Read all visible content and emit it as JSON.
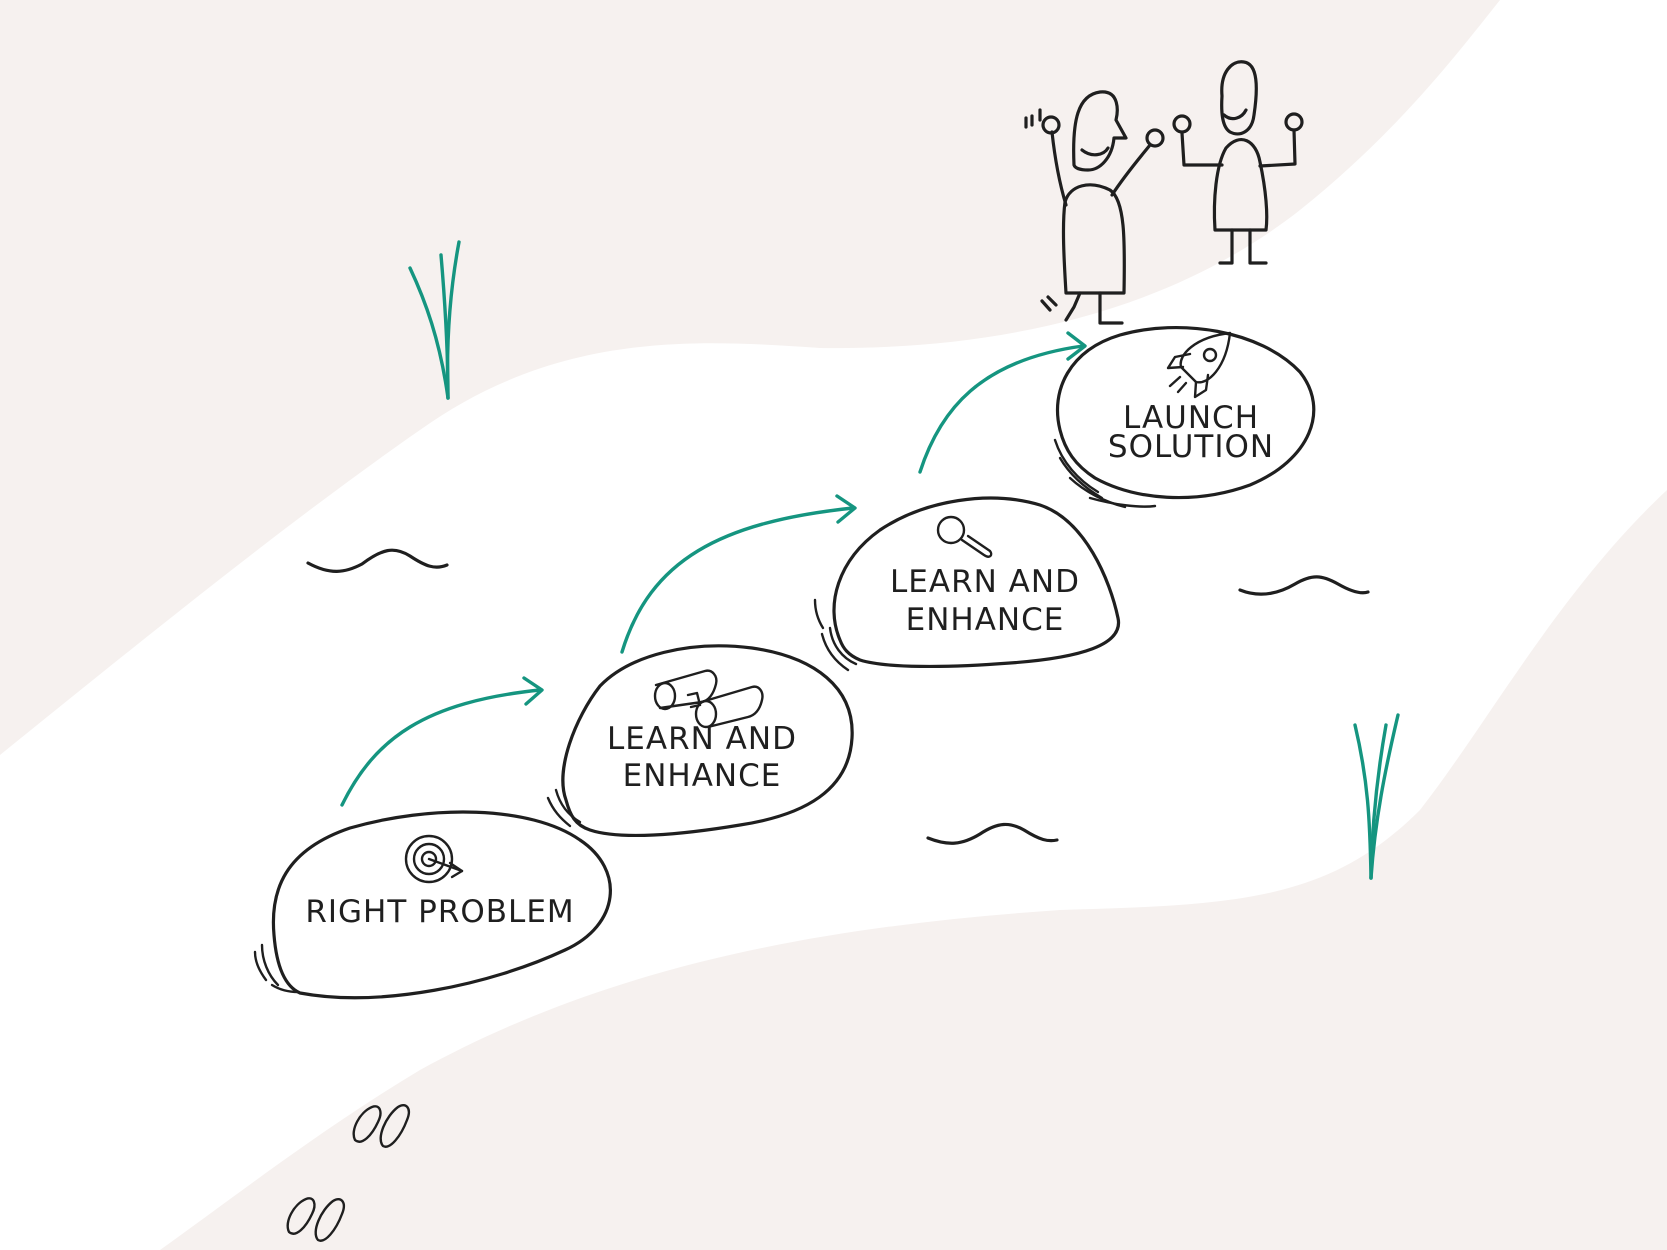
{
  "colors": {
    "background": "#f6f1ef",
    "path": "#ffffff",
    "ink": "#1f1f1f",
    "accent": "#159580"
  },
  "steps": [
    {
      "label_line1": "RIGHT PROBLEM",
      "label_line2": "",
      "icon": "target-icon"
    },
    {
      "label_line1": "LEARN AND",
      "label_line2": "ENHANCE",
      "icon": "binoculars-icon"
    },
    {
      "label_line1": "LEARN AND",
      "label_line2": "ENHANCE",
      "icon": "magnifier-icon"
    },
    {
      "label_line1": "LAUNCH",
      "label_line2": "SOLUTION",
      "icon": "rocket-icon"
    }
  ]
}
